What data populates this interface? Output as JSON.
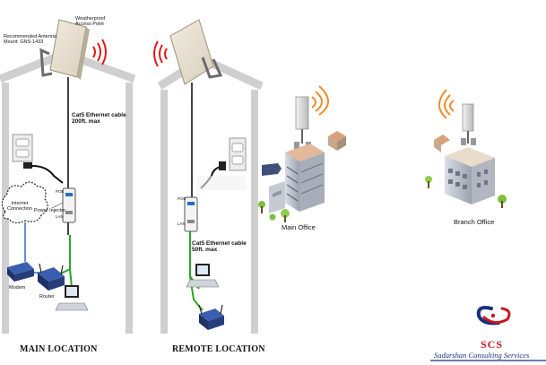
{
  "left_diagram": {
    "access_point_label": "Weatherproof\nAccess Point",
    "mount_label": "Recommended Antenna\nMount: GNS-1433",
    "cable_label": "Cat5 Ethernet cable\n200ft. max",
    "internet_label": "Internet\nConnection",
    "injector_label": "Power Injector",
    "modem_label": "Modem",
    "router_label": "Router",
    "poe_label": "POE",
    "lan_label": "LAN",
    "caption": "MAIN LOCATION"
  },
  "right_diagram": {
    "cable_label": "Cat5 Ethernet cable\n50ft. max",
    "poe_label": "POE",
    "lan_label": "LAN",
    "caption": "REMOTE LOCATION"
  },
  "offices": {
    "main_label": "Main Office",
    "branch_label": "Branch Office"
  },
  "branding": {
    "logo_letters": "SCS",
    "company_name": "Sudarshan Consulting Services"
  },
  "colors": {
    "house_outline": "#c9c9c9",
    "signal_wave": "#e11b1b",
    "lan_cable": "#2aa52a",
    "poe_cable": "#111111",
    "brand_blue": "#1b2f7a",
    "brand_red": "#c8171e"
  }
}
